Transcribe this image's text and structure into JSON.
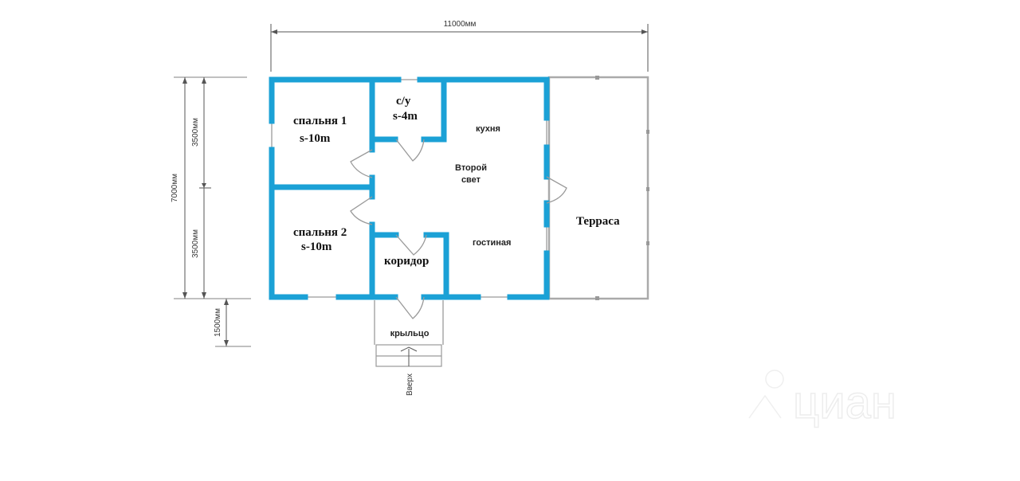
{
  "dimensions": {
    "total_width": "11000мм",
    "total_depth": "7000мм",
    "half_depth_top": "3500мм",
    "half_depth_bottom": "3500мм",
    "porch_depth": "1500мм"
  },
  "rooms": {
    "bedroom1": {
      "name": "спальня 1",
      "area": "s-10m"
    },
    "bathroom": {
      "name": "с/у",
      "area": "s-4m"
    },
    "bedroom2": {
      "name": "спальня 2",
      "area": "s-10m"
    },
    "corridor": {
      "name": "коридор"
    },
    "kitchen": {
      "name": "кухня"
    },
    "second_light_1": "Второй",
    "second_light_2": "свет",
    "living": {
      "name": "гостиная"
    },
    "terrace": {
      "name": "Терраса"
    },
    "porch": {
      "name": "крыльцо"
    },
    "stairs_up": "Вверх"
  },
  "watermark": "циан",
  "colors": {
    "wall": "#1ba1d6"
  }
}
